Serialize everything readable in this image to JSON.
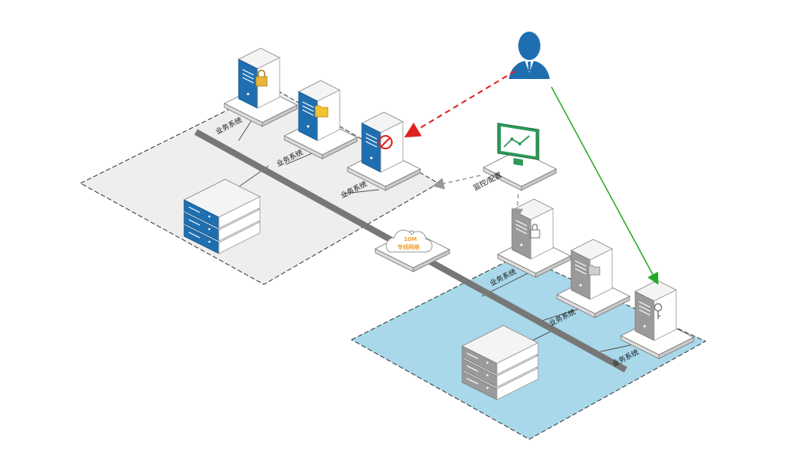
{
  "diagram": {
    "label_business_system": "业务系统",
    "label_monitor_config": "监控/配置",
    "cloud_line1": "10M",
    "cloud_line2": "专线网络"
  },
  "colors": {
    "zone_left_fill": "#eeeeee",
    "zone_right_fill": "#a8d8ea",
    "trunk": "#777777",
    "blue_accent": "#1f6fb0",
    "monitor_green": "#2e9a5a",
    "arrow_red": "#e02020",
    "arrow_green": "#22aa22",
    "arrow_gray": "#999999"
  },
  "icons": [
    "lock-icon",
    "folder-icon",
    "firewall-icon",
    "key-icon",
    "user-icon",
    "monitor-icon",
    "cloud-icon",
    "server-rack-icon"
  ]
}
